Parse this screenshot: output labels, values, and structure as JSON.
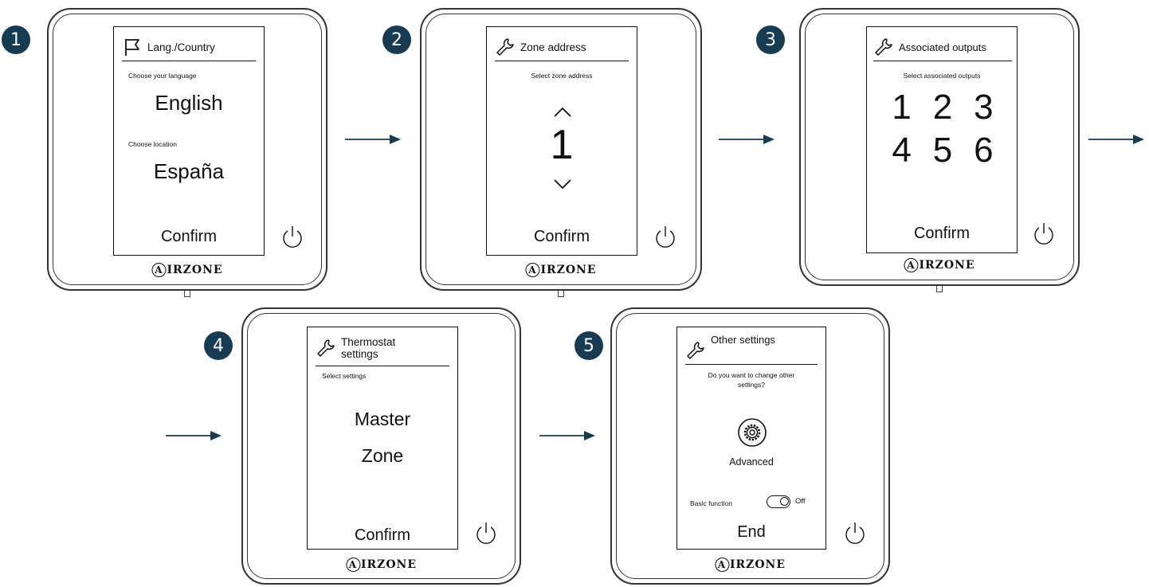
{
  "colors": {
    "badge": "#153c52",
    "arrow": "#153c52"
  },
  "brand": {
    "logo_glyph": "A",
    "logo_text": "IRZONE"
  },
  "steps": [
    {
      "number": "1",
      "icon": "flag-icon",
      "title": "Lang./Country",
      "label1": "Choose your language",
      "value1": "English",
      "label2": "Choose location",
      "value2": "España",
      "confirm": "Confirm"
    },
    {
      "number": "2",
      "icon": "wrench-icon",
      "title": "Zone address",
      "label": "Select zone address",
      "value": "1",
      "confirm": "Confirm"
    },
    {
      "number": "3",
      "icon": "wrench-icon",
      "title": "Associated outputs",
      "label": "Select associated outputs",
      "outputs": [
        "1",
        "2",
        "3",
        "4",
        "5",
        "6"
      ],
      "confirm": "Confirm"
    },
    {
      "number": "4",
      "icon": "wrench-icon",
      "title_line1": "Thermostat",
      "title_line2": "settings",
      "label": "Select settings",
      "option1": "Master",
      "option2": "Zone",
      "confirm": "Confirm"
    },
    {
      "number": "5",
      "icon": "wrench-icon",
      "title": "Other settings",
      "question": "Do you want to change other settings?",
      "advanced": "Advanced",
      "basic_label": "Basic function",
      "basic_state": "Off",
      "end": "End"
    }
  ]
}
